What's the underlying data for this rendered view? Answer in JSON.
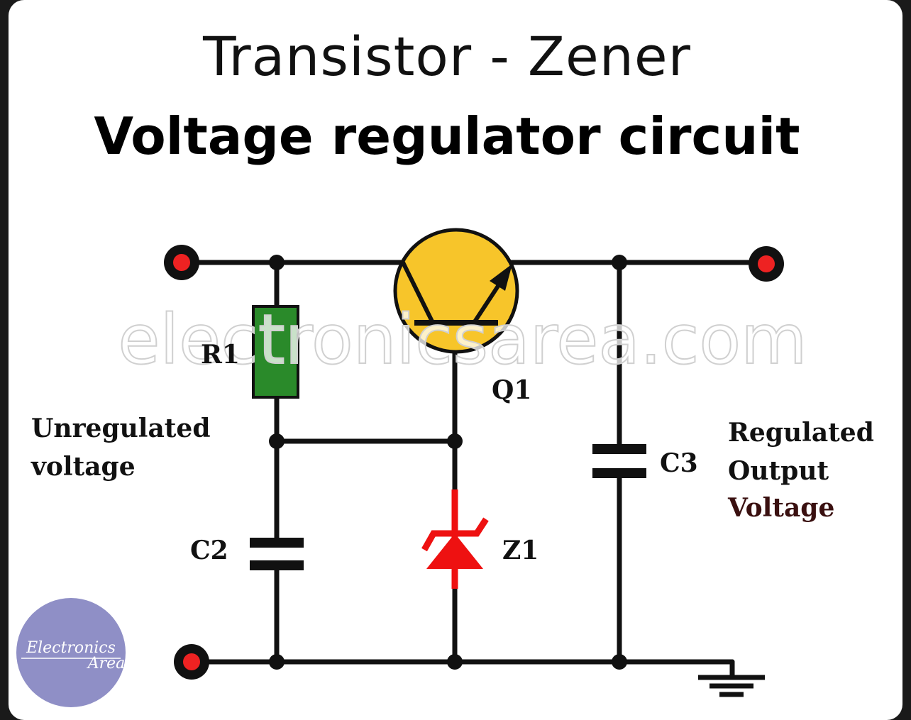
{
  "title": {
    "line1": "Transistor - Zener",
    "line2": "Voltage regulator circuit"
  },
  "components": {
    "r1": "R1",
    "q1": "Q1",
    "c2": "C2",
    "c3": "C3",
    "z1": "Z1"
  },
  "labels": {
    "input_line1": "Unregulated",
    "input_line2": "voltage",
    "output_line1": "Regulated",
    "output_line2": "Output",
    "output_line3": "Voltage"
  },
  "watermark": "electronicsarea.com",
  "logo": {
    "line1": "Electronics",
    "line2": "Area"
  },
  "colors": {
    "resistor": "#2a8a2a",
    "transistor": "#f7c52a",
    "zener": "#ee1111",
    "terminal": "#ee2222",
    "wire": "#111111",
    "logo": "#8f8fc6"
  }
}
